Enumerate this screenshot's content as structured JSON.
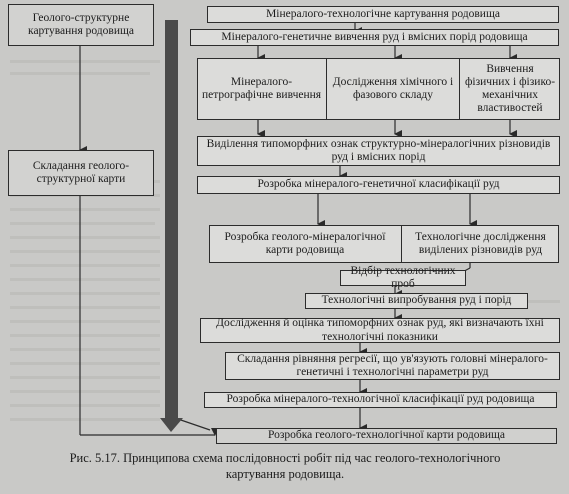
{
  "left_boxes": {
    "geo_structural_mapping": "Геолого-структурне картування родовища",
    "geo_structural_map": "Складання геолого-структурної карти"
  },
  "steps": {
    "s1": "Мінералого-технологічне картування родовища",
    "s2": "Мінералого-генетичне вивчення руд і вмісних порід родовища",
    "s3a": "Мінералого-петрографічне вивчення",
    "s3b": "Дослідження хімічного і фазового складу",
    "s3c": "Вивчення фізичних і фізико-механічних властивостей",
    "s4": "Виділення типоморфних ознак структурно-мінералогічних різновидів руд і вмісних порід",
    "s5": "Розробка мінералого-генетичної класифікації руд",
    "s6a": "Розробка геолого-мінералогічної карти родовища",
    "s6b": "Технологічне дослідження виділених різновидів руд",
    "s7": "Відбір технологічних проб",
    "s8": "Технологічні випробування руд і порід",
    "s9": "Дослідження й оцінка типоморфних ознак руд, які визначають їхні технологічні показники",
    "s10": "Складання рівняння регресії, що ув'язують головні мінералого-генетичні і технологічні параметри руд",
    "s11": "Розробка мінералого-технологічної класифікації руд родовища",
    "s12": "Розробка геолого-технологічної карти родовища"
  },
  "caption": {
    "line1": "Рис. 5.17. Принципова схема послідовності робіт під час геолого-технологічного",
    "line2": "картування родовища."
  },
  "colors": {
    "paper": "#c9c9c7",
    "box": "#dcdcda",
    "ink": "#1b1b1b",
    "bar": "#4a4a4a"
  }
}
